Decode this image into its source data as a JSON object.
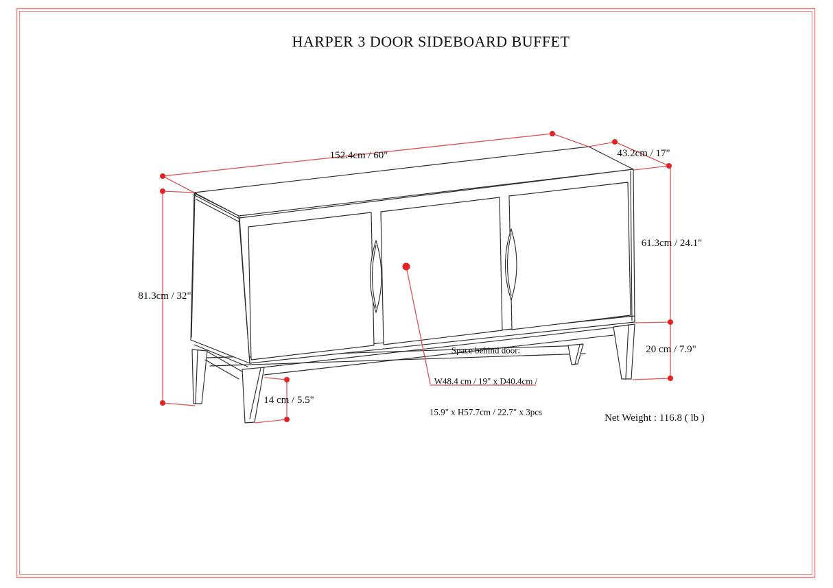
{
  "page": {
    "title": "HARPER 3 DOOR SIDEBOARD BUFFET"
  },
  "dimensions": {
    "width_top": "152.4cm / 60\"",
    "depth_top": "43.2cm / 17\"",
    "door_panel_height": "61.3cm / 24.1\"",
    "overall_height": "81.3cm / 32\"",
    "base_height_right": "20 cm / 7.9\"",
    "base_height_left": "14 cm / 5.5\""
  },
  "annotations": {
    "space_behind_door_line1": "Space behind door:",
    "space_behind_door_line2": "W48.4 cm / 19\" x D40.4cm /",
    "space_behind_door_line3": "15.9\" x H57.7cm / 22.7\" x 3pcs",
    "net_weight": "Net Weight : 116.8 ( lb )"
  },
  "colors": {
    "dimension_red": "#e25252",
    "dot_red": "#e62222",
    "border_red": "#ee8989",
    "line_black": "#2b2b2b"
  }
}
